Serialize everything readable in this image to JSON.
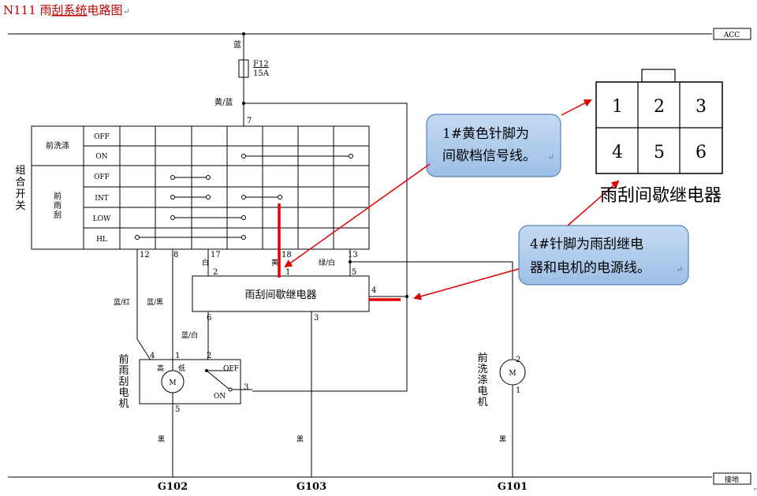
{
  "document": {
    "title_prefix": "N111 雨",
    "title_underlined": "刮系统",
    "title_suffix": "电路图",
    "return_mark": "↵"
  },
  "buses": {
    "acc_label": "ACC",
    "ground_label": "接地"
  },
  "fuse": {
    "wire_color_top": "蓝",
    "name": "F12",
    "rating": "15A",
    "wire_color_out": "黄/蓝",
    "pin": "7"
  },
  "combo_switch": {
    "title_chars": [
      "组",
      "合",
      "开",
      "关"
    ],
    "washer_label": "前洗涤",
    "washer_rows": [
      "OFF",
      "ON"
    ],
    "wiper_label_chars": [
      "前",
      "雨",
      "刮"
    ],
    "wiper_rows": [
      "OFF",
      "INT",
      "LOW",
      "HL"
    ],
    "bottom_pins": [
      "12",
      "8",
      "17",
      "18",
      "13"
    ]
  },
  "wires": {
    "pin12_color": "蓝/红",
    "pin8_color": "蓝/黑",
    "pin17_color": "白",
    "pin18_color": "黄",
    "pin13_color": "绿/白",
    "motor_pin2_color": "蓝/白",
    "ground_color_1": "黑",
    "ground_color_2": "黑",
    "ground_color_3": "黑"
  },
  "relay": {
    "name": "雨刮间歇继电器",
    "pins": [
      "2",
      "1",
      "5",
      "4",
      "6",
      "3"
    ]
  },
  "wiper_motor": {
    "label_chars": [
      "前",
      "雨",
      "刮",
      "电",
      "机"
    ],
    "motor_symbol": "M",
    "speed_high": "高",
    "speed_low": "低",
    "switch_off": "OFF",
    "switch_on": "ON",
    "pins": [
      "4",
      "1",
      "2",
      "3",
      "5"
    ]
  },
  "washer_motor": {
    "label_chars": [
      "前",
      "洗",
      "涤",
      "电",
      "机"
    ],
    "motor_symbol": "M",
    "pins": [
      "2",
      "1"
    ]
  },
  "grounds": [
    "G102",
    "G103",
    "G101"
  ],
  "callouts": {
    "pin1_line1": "1#黄色针脚为",
    "pin1_line2": "间歇档信号线。",
    "pin4_line1": "4#针脚为雨刮继电",
    "pin4_line2": "器和电机的电源线。"
  },
  "connector": {
    "pins": [
      "1",
      "2",
      "3",
      "4",
      "5",
      "6"
    ],
    "title": "雨刮间歇继电器"
  },
  "colors": {
    "title_red": "#c00000",
    "highlight_red": "#e00000",
    "callout_fill": "#a9c8ea",
    "callout_border": "#5a82b8"
  }
}
